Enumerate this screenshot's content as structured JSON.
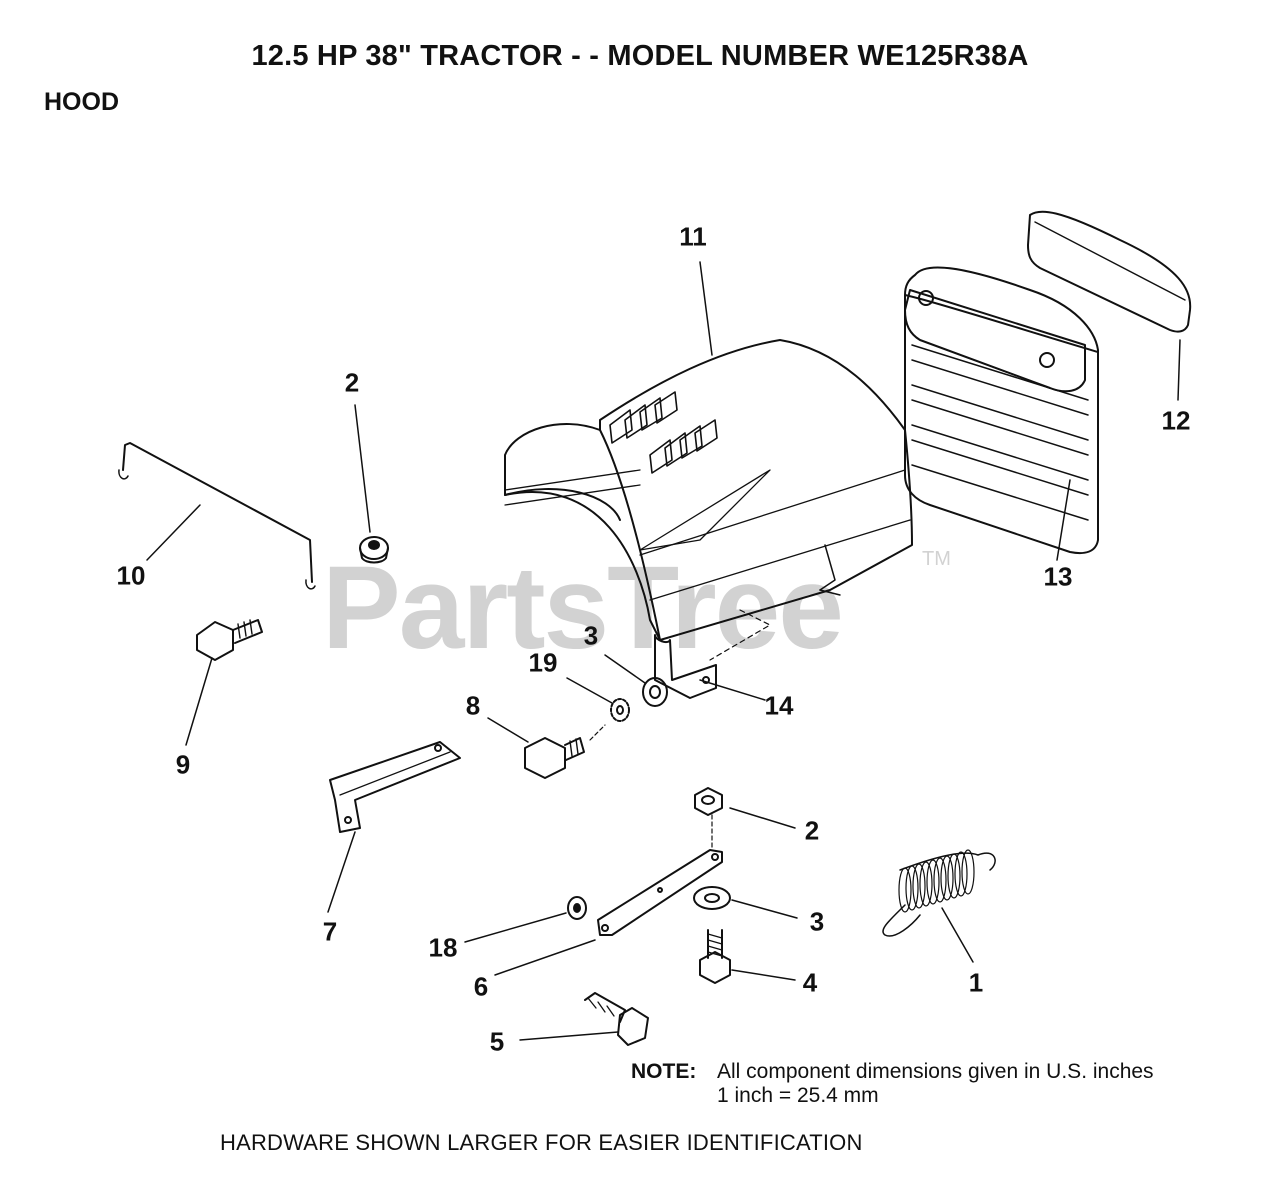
{
  "title": "12.5 HP 38\" TRACTOR - - MODEL NUMBER WE125R38A",
  "section": "HOOD",
  "watermark": {
    "text": "PartsTree",
    "tm": "TM"
  },
  "callouts": {
    "c1": "1",
    "c2a": "2",
    "c2b": "2",
    "c3a": "3",
    "c3b": "3",
    "c4": "4",
    "c5": "5",
    "c6": "6",
    "c7": "7",
    "c8": "8",
    "c9": "9",
    "c10": "10",
    "c11": "11",
    "c12": "12",
    "c13": "13",
    "c14": "14",
    "c18": "18",
    "c19": "19"
  },
  "note": {
    "label": "NOTE:",
    "line1": "All component dimensions given in U.S. inches",
    "line2": "1 inch = 25.4 mm"
  },
  "footer": "HARDWARE SHOWN LARGER FOR EASIER IDENTIFICATION"
}
